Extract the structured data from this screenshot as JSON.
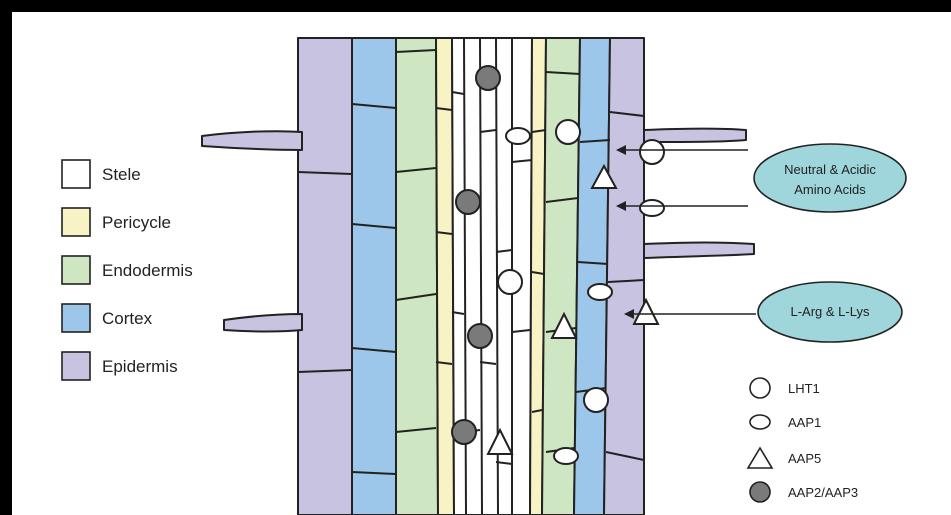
{
  "tissue_legend": [
    {
      "label": "Stele",
      "color": "#ffffff"
    },
    {
      "label": "Pericycle",
      "color": "#f7f3c4"
    },
    {
      "label": "Endodermis",
      "color": "#cfe6c2"
    },
    {
      "label": "Cortex",
      "color": "#9cc7ea"
    },
    {
      "label": "Epidermis",
      "color": "#c9c3e2"
    }
  ],
  "pools": [
    {
      "line1": "Neutral & Acidic",
      "line2": "Amino Acids",
      "color": "#9fd6dc"
    },
    {
      "line1": "L-Arg & L-Lys",
      "line2": "",
      "color": "#9fd6dc"
    }
  ],
  "transporter_key": [
    {
      "label": "LHT1",
      "shape": "circle-icon"
    },
    {
      "label": "AAP1",
      "shape": "ellipse-icon"
    },
    {
      "label": "AAP5",
      "shape": "triangle-icon"
    },
    {
      "label": "AAP2/AAP3",
      "shape": "filled-circle-icon"
    }
  ],
  "colors": {
    "stele": "#ffffff",
    "pericycle": "#f7f3c4",
    "endodermis": "#cfe6c2",
    "cortex": "#9cc7ea",
    "epidermis": "#c9c3e2",
    "pool": "#9fd6dc",
    "aap23_fill": "#7a7a7a"
  }
}
